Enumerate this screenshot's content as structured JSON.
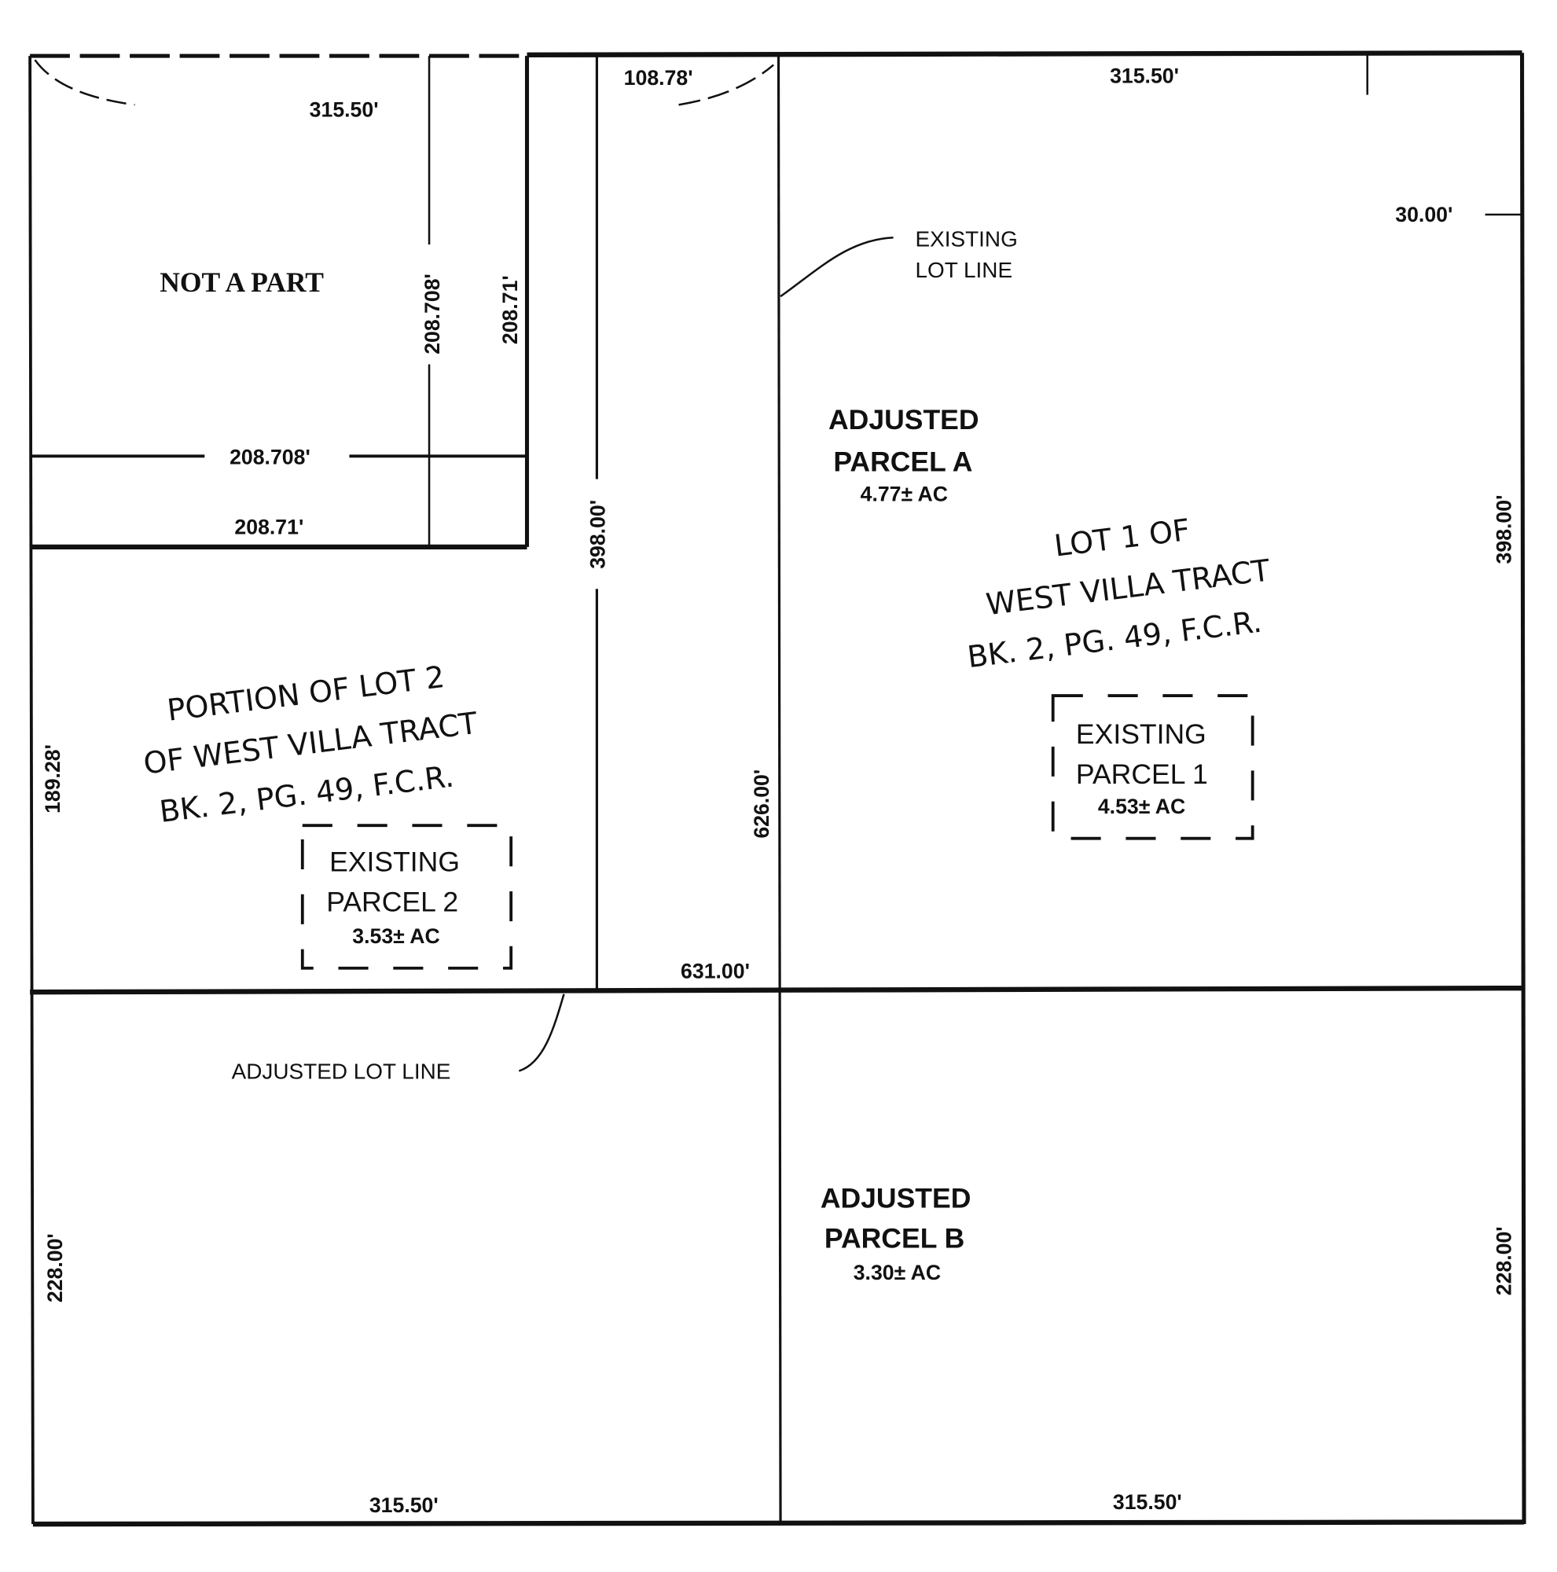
{
  "title": "Lot Line Adjustment Plat",
  "labels": {
    "not_a_part": "NOT A PART",
    "adjusted_parcel_a": [
      "ADJUSTED",
      "PARCEL A",
      "4.77± AC"
    ],
    "adjusted_parcel_b": [
      "ADJUSTED",
      "PARCEL B",
      "3.30± AC"
    ],
    "existing_parcel_1": [
      "EXISTING",
      "PARCEL 1",
      "4.53± AC"
    ],
    "existing_parcel_2": [
      "EXISTING",
      "PARCEL 2",
      "3.53± AC"
    ],
    "lot1": [
      "LOT 1 OF",
      "WEST VILLA TRACT",
      "BK. 2, PG. 49, F.C.R."
    ],
    "lot2": [
      "PORTION OF LOT 2",
      "OF WEST VILLA TRACT",
      "BK. 2, PG. 49, F.C.R."
    ],
    "existing_lot_line": [
      "EXISTING",
      "LOT LINE"
    ],
    "adjusted_lot_line": "ADJUSTED LOT LINE"
  },
  "dimensions": {
    "top_left": "315.50'",
    "top_middle": "108.78'",
    "top_right": "315.50'",
    "right_offset": "30.00'",
    "nap_vert_a": "208.708'",
    "nap_vert_b": "208.71'",
    "nap_horiz_a": "208.708'",
    "nap_horiz_b": "208.71'",
    "center_vert": "398.00'",
    "right_vert_upper": "398.00'",
    "left_vert_upper": "189.28'",
    "middle_vert": "626.00'",
    "middle_horiz": "631.00'",
    "left_vert_lower": "228.00'",
    "right_vert_lower": "228.00'",
    "bottom_left": "315.50'",
    "bottom_right": "315.50'"
  }
}
